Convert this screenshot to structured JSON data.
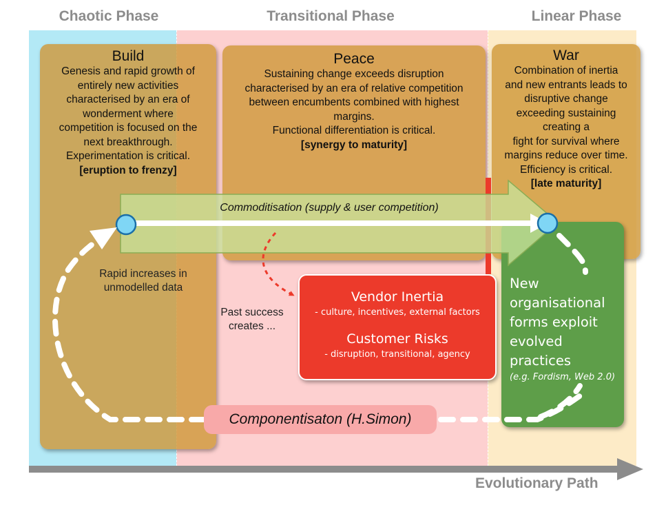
{
  "phases": {
    "chaotic": "Chaotic Phase",
    "transitional": "Transitional Phase",
    "linear": "Linear Phase"
  },
  "build": {
    "title": "Build",
    "body": [
      "Genesis and rapid growth of",
      "entirely new activities",
      "characterised by an era of",
      "wonderment where",
      "competition is focused on the",
      "next breakthrough.",
      "Experimentation is critical."
    ],
    "tag": "[eruption to frenzy]"
  },
  "peace": {
    "title": "Peace",
    "body": [
      "Sustaining change exceeds disruption",
      "characterised by an era of relative competition",
      "between encumbents combined with highest",
      "margins.",
      "Functional differentiation is critical."
    ],
    "tag": "[synergy to maturity]"
  },
  "war": {
    "title": "War",
    "body": [
      "Combination of inertia",
      "and new entrants leads to",
      "disruptive change",
      "exceeding sustaining",
      "creating a",
      "fight for survival where",
      "margins reduce over time.",
      "Efficiency is critical."
    ],
    "tag": "[late maturity]"
  },
  "commoditisation_label": "Commoditisation (supply & user competition)",
  "rapid_increases": [
    "Rapid increases in",
    "unmodelled data"
  ],
  "past_success": [
    "Past success",
    "creates ..."
  ],
  "vendor_inertia": {
    "title": "Vendor Inertia",
    "sub": "- culture, incentives, external factors"
  },
  "customer_risks": {
    "title": "Customer Risks",
    "sub": "- disruption, transitional, agency"
  },
  "new_forms": {
    "lines": [
      "New",
      "organisational",
      "forms exploit",
      "evolved",
      "practices"
    ],
    "example": "(e.g. Fordism, Web 2.0)"
  },
  "componentisation_label": "Componentisaton (H.Simon)",
  "evolutionary_path_label": "Evolutionary Path",
  "colors": {
    "chaotic_bg": "#b3e9f6",
    "transitional_bg": "#fdd0d0",
    "linear_bg": "#fdebc7",
    "phase_box": "#cf993b",
    "red_box": "#ec3a2b",
    "green_box": "#5e9e49",
    "node": "#7fd6f5"
  }
}
